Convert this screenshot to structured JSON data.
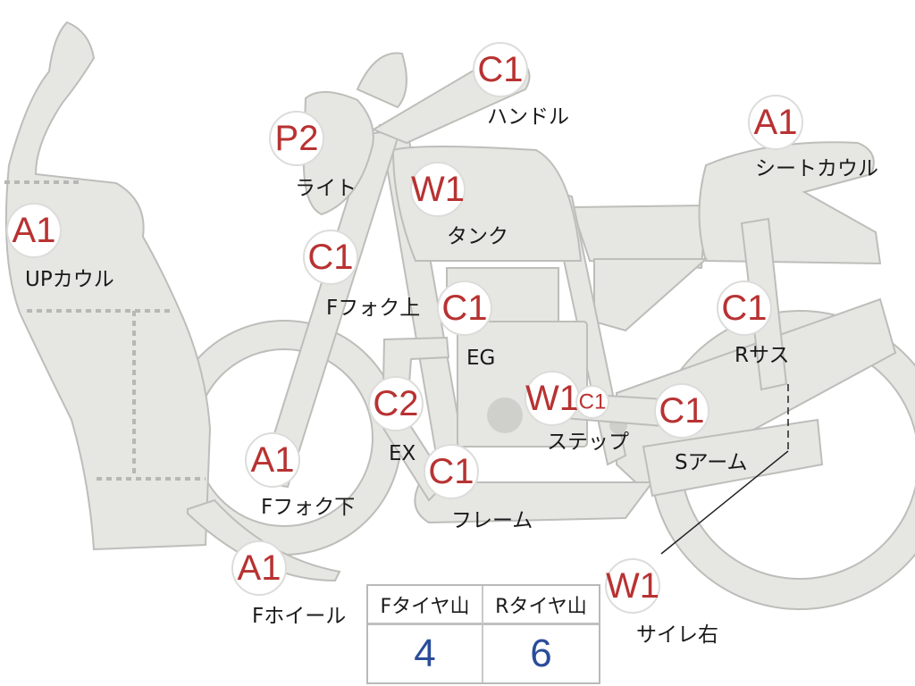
{
  "diagram": {
    "parts": [
      {
        "id": "up-cowl",
        "code": "A1",
        "label": "UPカウル"
      },
      {
        "id": "light",
        "code": "P2",
        "label": "ライト"
      },
      {
        "id": "handle",
        "code": "C1",
        "label": "ハンドル"
      },
      {
        "id": "tank",
        "code": "W1",
        "label": "タンク"
      },
      {
        "id": "seat-cowl",
        "code": "A1",
        "label": "シートカウル"
      },
      {
        "id": "f-fork-upper",
        "code": "C1",
        "label": "Fフォク上"
      },
      {
        "id": "eg",
        "code": "C1",
        "label": "EG"
      },
      {
        "id": "r-sus",
        "code": "C1",
        "label": "Rサス"
      },
      {
        "id": "ex",
        "code": "C2",
        "label": "EX"
      },
      {
        "id": "step",
        "code": "W1",
        "label": "ステップ"
      },
      {
        "id": "s-arm",
        "code": "C1",
        "label": "Sアーム"
      },
      {
        "id": "f-fork-lower",
        "code": "A1",
        "label": "Fフォク下"
      },
      {
        "id": "frame",
        "code": "C1",
        "label": "フレーム"
      },
      {
        "id": "f-wheel",
        "code": "A1",
        "label": "Fホイール"
      },
      {
        "id": "silencer-right",
        "code": "W1",
        "label": "サイレ右"
      }
    ],
    "step_small_code": "C1"
  },
  "tire_table": {
    "headers": [
      "Fタイヤ山",
      "Rタイヤ山"
    ],
    "values": [
      "4",
      "6"
    ]
  },
  "colors": {
    "body_fill": "#e6e6e3",
    "outline": "#b8b8b5",
    "code_text": "#b83232",
    "value_text": "#2a4d9a"
  }
}
